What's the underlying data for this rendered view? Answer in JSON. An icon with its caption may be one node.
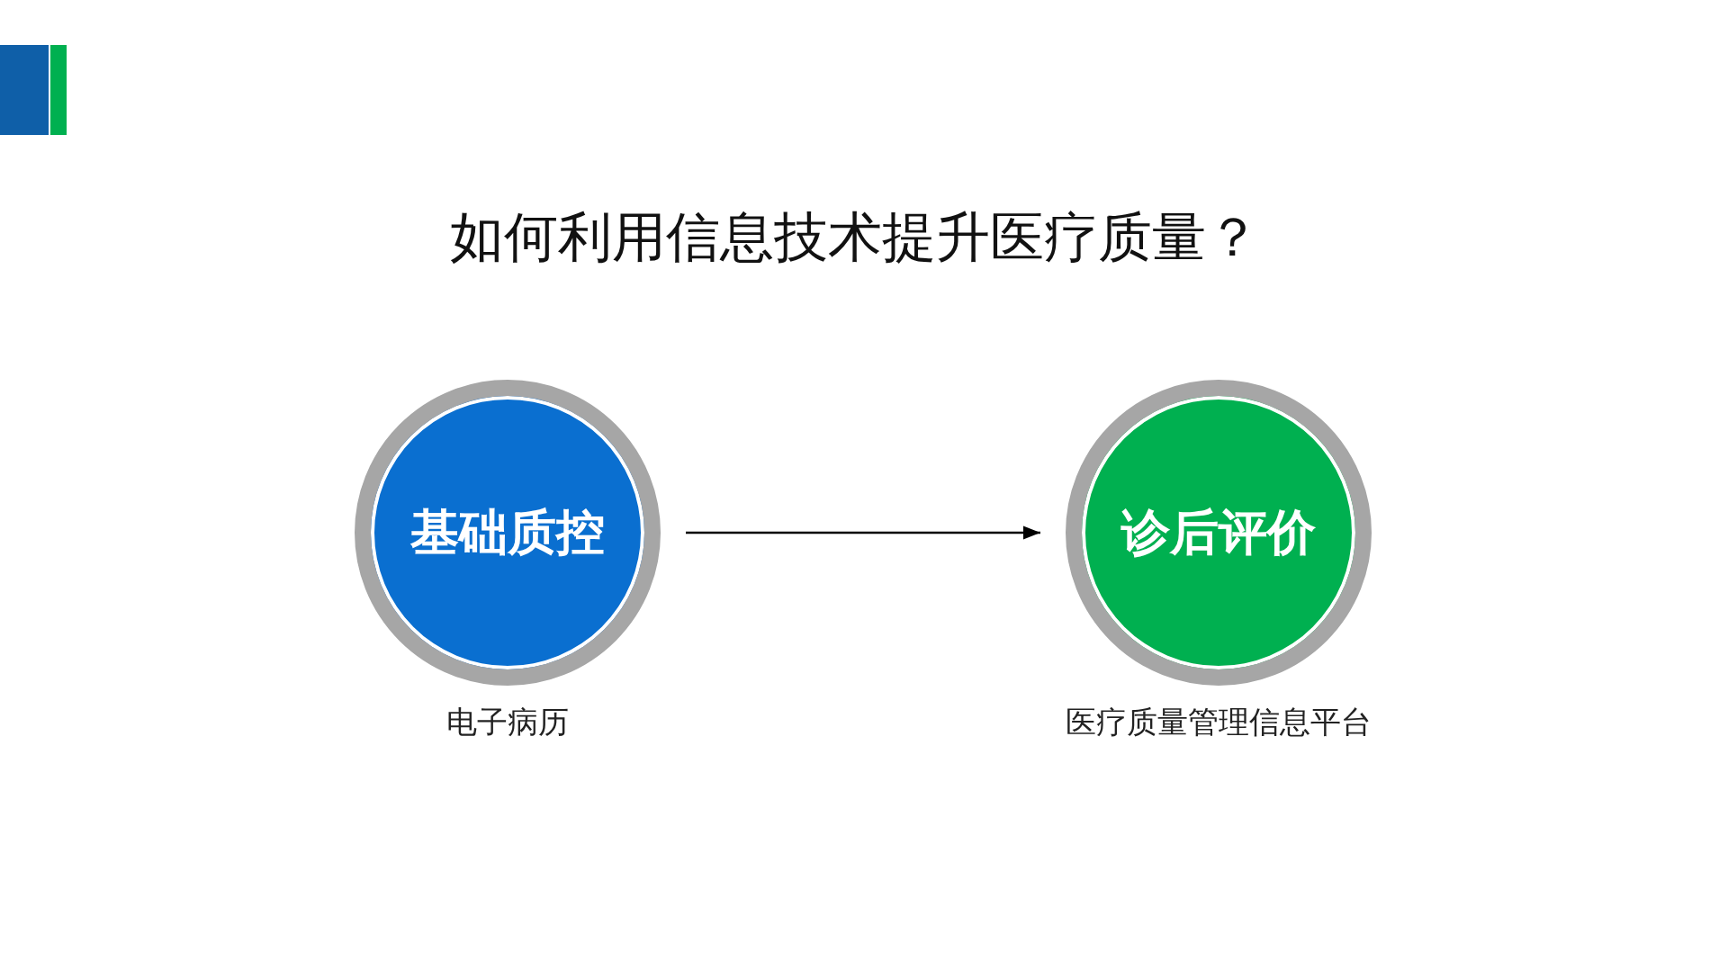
{
  "diagram": {
    "title": "如何利用信息技术提升医疗质量？",
    "nodes": [
      {
        "text": [
          "基础质控"
        ],
        "beside": [
          "电子病历"
        ]
      },
      {
        "text": [
          "诊后评价"
        ],
        "beside": [
          "医疗质量管理信息平台"
        ]
      }
    ],
    "edges": [
      {
        "from": 0,
        "to": 1,
        "arrow": "to"
      }
    ]
  }
}
